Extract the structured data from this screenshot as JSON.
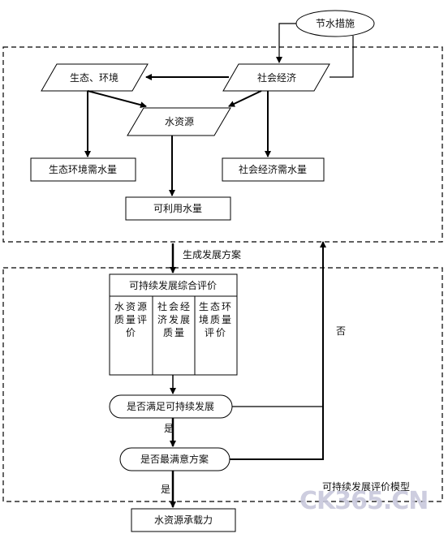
{
  "nodes": {
    "water_saving": "节水措施",
    "ecology": "生态、环境",
    "socio_economy": "社会经济",
    "water_resources": "水资源",
    "eco_env_demand": "生态环境需水量",
    "socio_econ_demand": "社会经济需水量",
    "available_water": "可利用水量",
    "comprehensive_eval": "可持续发展综合评价",
    "water_quality_eval": "水资源质量评价",
    "socio_econ_quality": "社会经济发展质量",
    "eco_env_quality_eval": "生态环境质量评价",
    "meets_sustainable": "是否满足可持续发展",
    "most_satisfactory": "是否最满意方案",
    "carrying_capacity": "水资源承载力"
  },
  "edges": {
    "generate_plan": "生成发展方案",
    "no": "否",
    "yes_1": "是",
    "yes_2": "是"
  },
  "region_labels": {
    "model": "可持续发展评价模型"
  },
  "watermark": "CK365.CN",
  "colors": {
    "line": "#000000",
    "watermark": "#c8c8dc",
    "watermark_accent": "#e03030"
  }
}
